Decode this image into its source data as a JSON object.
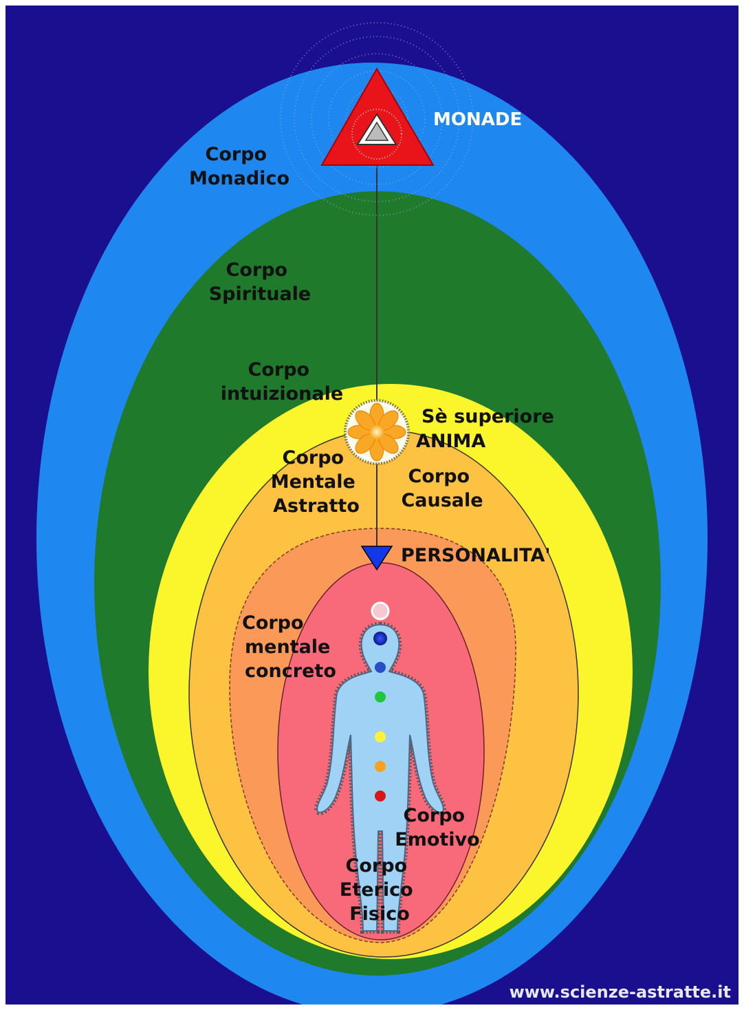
{
  "colors": {
    "background": "#1a0f8f",
    "monadic": "#1e88f0",
    "spiritual": "#1f7a2c",
    "intuitional": "#fbf52b",
    "causal": "#fdc241",
    "mental_concrete": "#fb9a58",
    "emotional": "#f8697a",
    "etheric": "#9fd2f4",
    "monad_triangle": "#e8141a",
    "personality_triangle": "#1238e8"
  },
  "icons": [
    "monad-triangle-icon",
    "soul-lotus-icon",
    "personality-triangle-icon",
    "human-figure-icon",
    "chakra-icon"
  ],
  "labels": {
    "monade": "MONADE",
    "corpo_monadico": [
      "Corpo",
      "Monadico"
    ],
    "corpo_spirituale": [
      "Corpo",
      "Spirituale"
    ],
    "corpo_intuizionale": [
      "Corpo",
      "intuizionale"
    ],
    "se_superiore": "Sè superiore",
    "anima": "ANIMA",
    "corpo_mentale_astratto": [
      "Corpo",
      "Mentale",
      "Astratto"
    ],
    "corpo_causale": [
      "Corpo",
      "Causale"
    ],
    "personalita": "PERSONALITA'",
    "corpo_mentale_concreto": [
      "Corpo",
      "mentale",
      "concreto"
    ],
    "corpo_emotivo": [
      "Corpo",
      "Emotivo"
    ],
    "corpo_eterico": [
      "Corpo",
      "Eterico",
      "Fisico"
    ]
  },
  "website": "www.scienze-astratte.it"
}
